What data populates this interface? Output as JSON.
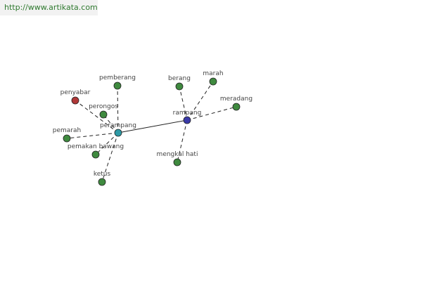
{
  "source": {
    "text": "http://www.artikata.com"
  },
  "colors": {
    "main_word": "#2e9aa6",
    "root_word": "#3a3aa8",
    "related_word": "#3f8a3f",
    "antonym_word": "#b03838"
  },
  "graph": {
    "nodes": [
      {
        "id": "perampang",
        "label": "perampang",
        "kind": "main_word"
      },
      {
        "id": "rampang",
        "label": "rampang",
        "kind": "root_word"
      },
      {
        "id": "pemberang",
        "label": "pemberang",
        "kind": "related_word"
      },
      {
        "id": "penyabar",
        "label": "penyabar",
        "kind": "antonym_word"
      },
      {
        "id": "perongos",
        "label": "perongos",
        "kind": "related_word"
      },
      {
        "id": "pemarah",
        "label": "pemarah",
        "kind": "related_word"
      },
      {
        "id": "pemakan-bawang",
        "label": "pemakan bawang",
        "kind": "related_word"
      },
      {
        "id": "ketus",
        "label": "ketus",
        "kind": "related_word"
      },
      {
        "id": "berang",
        "label": "berang",
        "kind": "related_word"
      },
      {
        "id": "marah",
        "label": "marah",
        "kind": "related_word"
      },
      {
        "id": "meradang",
        "label": "meradang",
        "kind": "related_word"
      },
      {
        "id": "mengkal-hati",
        "label": "mengkal hati",
        "kind": "related_word"
      }
    ],
    "edges": [
      {
        "from": "perampang",
        "to": "rampang",
        "style": "solid"
      },
      {
        "from": "perampang",
        "to": "pemberang",
        "style": "dashed"
      },
      {
        "from": "perampang",
        "to": "penyabar",
        "style": "dashed"
      },
      {
        "from": "perampang",
        "to": "perongos",
        "style": "dashed"
      },
      {
        "from": "perampang",
        "to": "pemarah",
        "style": "dashed"
      },
      {
        "from": "perampang",
        "to": "pemakan-bawang",
        "style": "dashed"
      },
      {
        "from": "perampang",
        "to": "ketus",
        "style": "dashed"
      },
      {
        "from": "rampang",
        "to": "berang",
        "style": "dashed"
      },
      {
        "from": "rampang",
        "to": "marah",
        "style": "dashed"
      },
      {
        "from": "rampang",
        "to": "meradang",
        "style": "dashed"
      },
      {
        "from": "rampang",
        "to": "mengkal-hati",
        "style": "dashed"
      }
    ]
  }
}
